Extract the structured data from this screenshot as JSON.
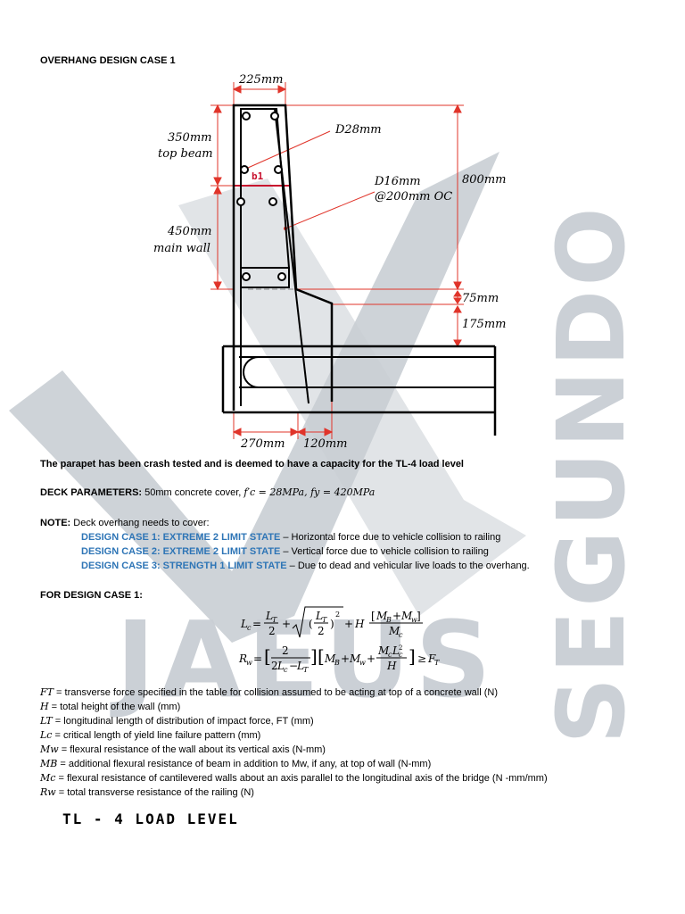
{
  "title": "OVERHANG DESIGN CASE 1",
  "diagram": {
    "dim_top": "225mm",
    "dim_top_beam_value": "350mm",
    "dim_top_beam_label": "top beam",
    "dim_main_wall_value": "450mm",
    "dim_main_wall_label": "main wall",
    "bar_d28": "D28mm",
    "bar_d16_line1": "D16mm",
    "bar_d16_line2": "@200mm OC",
    "dim_total": "800mm",
    "dim_75": "75mm",
    "dim_175": "175mm",
    "dim_bottom_left": "270mm",
    "dim_bottom_right": "120mm",
    "mark_b1": "b1"
  },
  "intro": "The parapet has been crash tested and is deemed to have a capacity for the TL-4 load level",
  "deck": {
    "label": "DECK PARAMETERS:",
    "text": "50mm concrete cover,",
    "fc": "f′c = 28MPa, fy = 420MPa"
  },
  "note": {
    "label": "NOTE:",
    "text": "Deck overhang needs to cover:",
    "cases": [
      {
        "tag": "DESIGN CASE 1: EXTREME 2 LIMIT STATE",
        "desc": " – Horizontal force due to vehicle collision to railing"
      },
      {
        "tag": "DESIGN CASE 2: EXTREME 2 LIMIT STATE",
        "desc": " – Vertical force due to vehicle collision to railing"
      },
      {
        "tag": "DESIGN CASE 3: STRENGTH 1 LIMIT STATE",
        "desc": " – Due to dead and vehicular live loads to the overhang."
      }
    ]
  },
  "for_case": "FOR DESIGN CASE 1:",
  "definitions": [
    {
      "sym": "FT",
      "text": " = transverse force specified in the table for collision assumed to be acting at top of a concrete wall (N)"
    },
    {
      "sym": "H",
      "text": " = total height of the wall (mm)"
    },
    {
      "sym": "LT",
      "text": " = longitudinal length of distribution of impact force, FT (mm)"
    },
    {
      "sym": "Lc",
      "text": " = critical length of yield line failure pattern (mm)"
    },
    {
      "sym": "Mw",
      "text": " = flexural resistance of the wall about its vertical axis (N-mm)"
    },
    {
      "sym": "MB",
      "text": " = additional flexural resistance of beam in addition to Mw, if any, at top of wall (N-mm)"
    },
    {
      "sym": "Mc",
      "text": " = flexural resistance of cantilevered walls about an axis parallel to the longitudinal axis of the bridge (N -mm/mm)"
    },
    {
      "sym": "Rw",
      "text": " = total transverse resistance of the railing (N)"
    }
  ],
  "handwritten_note": "TL - 4 LOAD LEVEL",
  "watermark": {
    "word_bottom": "JAEUS",
    "word_right": "SEGUNDO",
    "color": "#c9ced4"
  }
}
